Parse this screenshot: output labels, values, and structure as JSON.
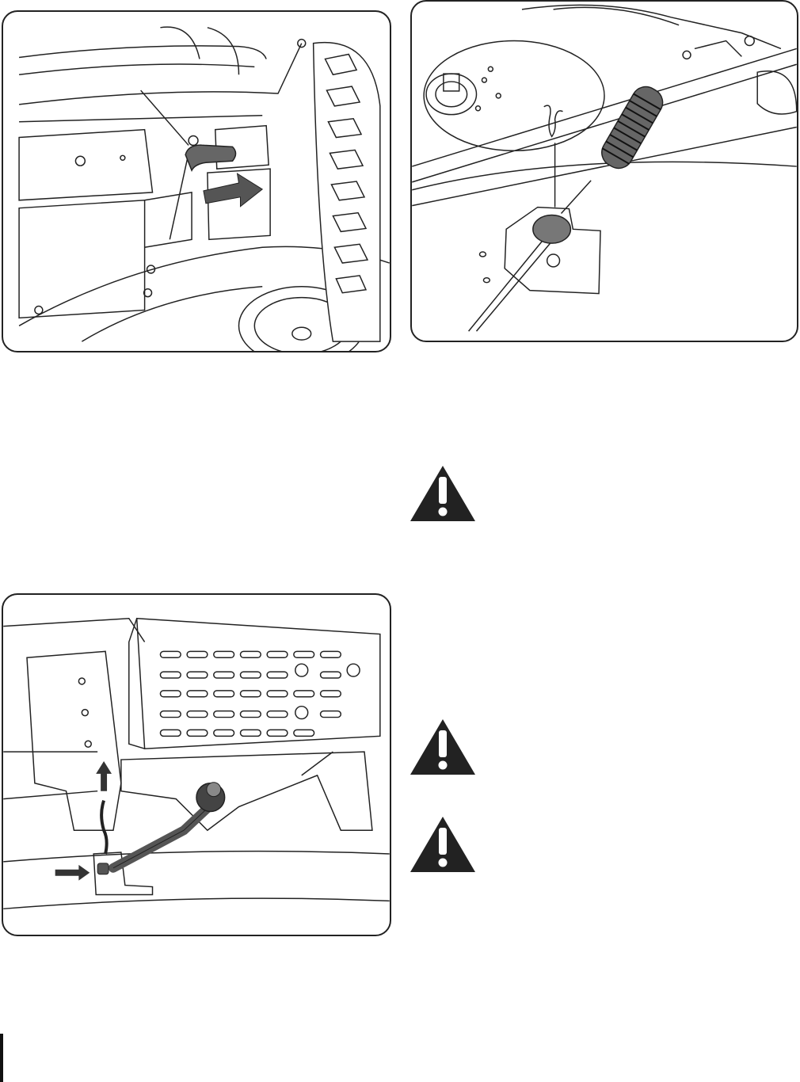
{
  "figures": [
    {
      "id": "deck-hanger-removal",
      "content": "illustration"
    },
    {
      "id": "pto-cable-spring",
      "content": "illustration"
    },
    {
      "id": "deck-stabilizer-rod",
      "content": "illustration"
    }
  ],
  "warning_icons": [
    {
      "icon": "warning-triangle-icon"
    },
    {
      "icon": "warning-triangle-icon"
    },
    {
      "icon": "warning-triangle-icon"
    }
  ],
  "colors": {
    "line": "#222222",
    "fill_dark": "#555555",
    "fill_mid": "#8a8a8a",
    "warn_fill": "#222222"
  }
}
